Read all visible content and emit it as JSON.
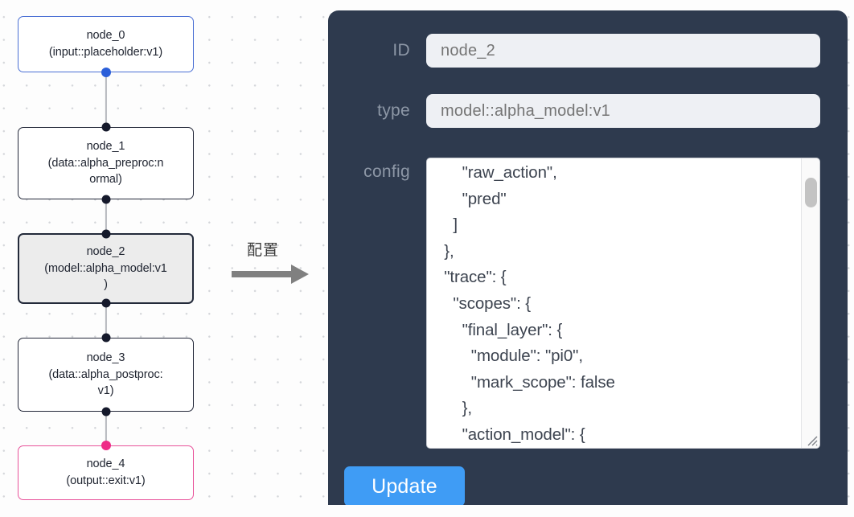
{
  "canvas": {
    "background_color": "#fdfdfd",
    "dot_color": "#d4d6da",
    "nodes": [
      {
        "id": "node_0",
        "label": "node_0\n(input::placeholder:v1)",
        "variant": "input",
        "border_color": "#4a6fd4",
        "handle_color": "#2b5fd9"
      },
      {
        "id": "node_1",
        "label": "node_1\n(data::alpha_preproc:n\normal)",
        "variant": "default",
        "border_color": "#24293a",
        "handle_color": "#15192b"
      },
      {
        "id": "node_2",
        "label": "node_2\n(model::alpha_model:v1\n)",
        "variant": "selected",
        "border_color": "#232a3a",
        "fill_color": "#ececec",
        "handle_color": "#15192b"
      },
      {
        "id": "node_3",
        "label": "node_3\n(data::alpha_postproc:\nv1)",
        "variant": "default",
        "border_color": "#24293a",
        "handle_color": "#15192b"
      },
      {
        "id": "node_4",
        "label": "node_4\n(output::exit:v1)",
        "variant": "output",
        "border_color": "#e8529a",
        "handle_color": "#ee2b87"
      }
    ]
  },
  "connector": {
    "label": "配置",
    "arrow_color": "#808080",
    "arrow_direction": "right"
  },
  "panel": {
    "background_color": "#2e3a4e",
    "accent_color": "#3f9cf5",
    "fields": [
      {
        "label": "ID",
        "value": "node_2",
        "placeholder": "node_2",
        "kind": "text"
      },
      {
        "label": "type",
        "value": "model::alpha_model:v1",
        "placeholder": "model::alpha_model:v1",
        "kind": "text"
      },
      {
        "label": "config",
        "value": "      \"raw_action\",\n      \"pred\"\n    ]\n  },\n  \"trace\": {\n    \"scopes\": {\n      \"final_layer\": {\n        \"module\": \"pi0\",\n        \"mark_scope\": false\n      },\n      \"action_model\": {",
        "kind": "textarea",
        "scroll_position": "middle"
      }
    ],
    "submit_button": {
      "label": "Update",
      "color": "#3f9cf5"
    }
  }
}
